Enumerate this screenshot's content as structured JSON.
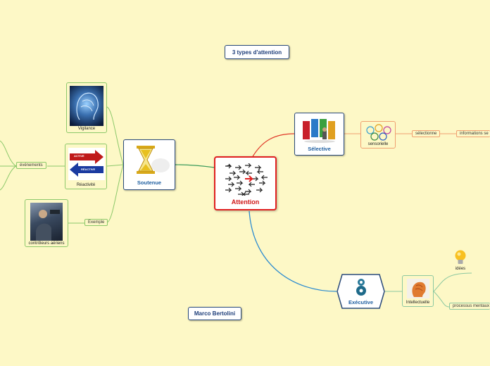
{
  "top_label": "3 types d'attention",
  "author_label": "Marco Bertolini",
  "center": {
    "title": "Attention",
    "icon": "arrows-crowd-icon"
  },
  "soutenue": {
    "title": "Soutenue",
    "icon": "hourglass-icon",
    "children": {
      "vigilance": "Vigilance",
      "evenements": "événements",
      "reactivite": "Réactivité",
      "exemple": "Exemple",
      "controleurs": "contrôleurs aériens"
    }
  },
  "selective": {
    "title": "Sélective",
    "icon": "doors-choice-icon",
    "children": {
      "sensorielle": "sensorielle",
      "selectionne": "sélectionne",
      "informations": "informations se"
    }
  },
  "executive": {
    "title": "Exécutive",
    "icon": "gears-icon",
    "children": {
      "intellectuelle": "Intellectuelle",
      "idees": "idées",
      "processus": "processus mentaux"
    }
  },
  "reactivite_image": {
    "top": "ACTIVE",
    "bottom": "RÉACTIVE"
  },
  "colors": {
    "background": "#fdf8c6",
    "center_border": "#e02020",
    "selective_branch": "#e03a2a",
    "soutenue_branch": "#3a9a5a",
    "executive_branch": "#2a8ad0",
    "soutenue_children": "#8cc86a",
    "selective_children": "#f0a070",
    "executive_children": "#8cc8a0"
  }
}
